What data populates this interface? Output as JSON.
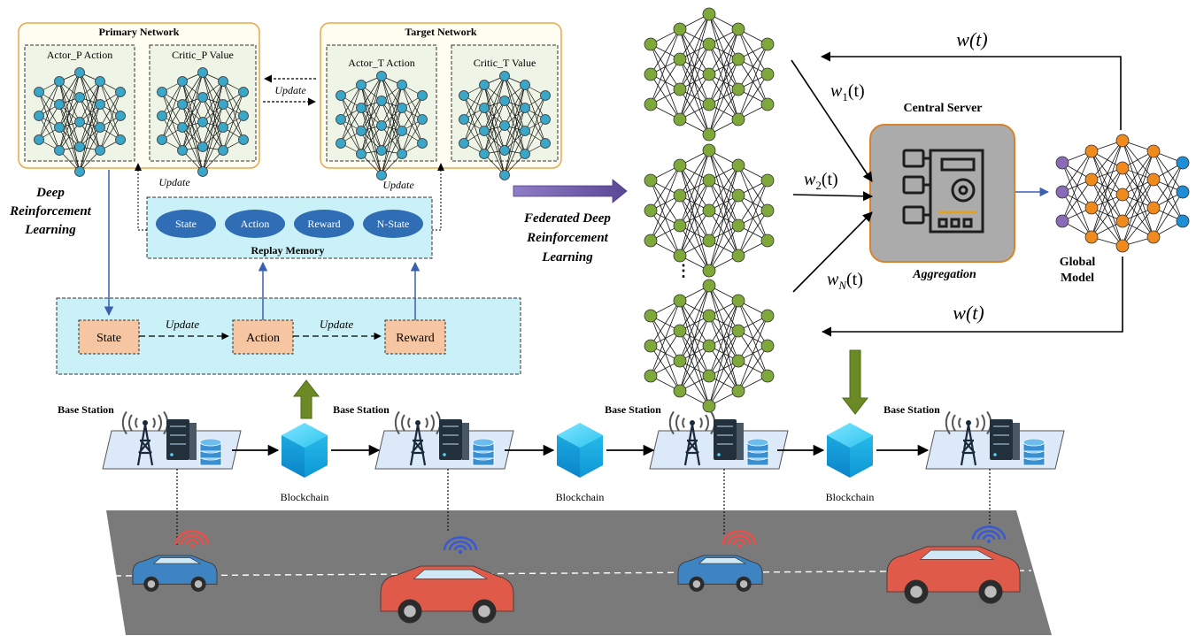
{
  "drl": {
    "primary_network": "Primary Network",
    "target_network": "Target Network",
    "actor_p": "Actor_P Action",
    "critic_p": "Critic_P Value",
    "actor_t": "Actor_T Action",
    "critic_t": "Critic_T Value",
    "update": "Update",
    "section_label_1": "Deep",
    "section_label_2": "Reinforcement",
    "section_label_3": "Learning",
    "replay_memory": "Replay Memory",
    "replay_items": [
      "State",
      "Action",
      "Reward",
      "N-State"
    ],
    "state": "State",
    "action": "Action",
    "reward": "Reward"
  },
  "fdrl": {
    "label_1": "Federated Deep",
    "label_2": "Reinforcement",
    "label_3": "Learning",
    "w_top": "w(t)",
    "w1": "w",
    "w1_sub": "1",
    "w2": "w",
    "w2_sub": "2",
    "wN": "w",
    "wN_sub": "N",
    "t_suffix": "(t)",
    "w_bottom": "w(t)",
    "central_server": "Central Server",
    "aggregation": "Aggregation",
    "global_1": "Global",
    "global_2": "Model"
  },
  "infrastructure": {
    "base_station": "Base Station",
    "blockchain": "Blockchain"
  },
  "colors": {
    "panel_border": "#e6a84a",
    "panel_fill": "#fffdf2",
    "sub_fill": "#eef5e6",
    "neuron_blue": "#3aa6c8",
    "neuron_green": "#7ea83a",
    "neuron_purple": "#8a6bb8",
    "neuron_orange": "#f08a1c",
    "neuron_cyan": "#1e8fd6",
    "cyan_fill": "#c9f1f7",
    "ellipse_blue": "#2f6db4",
    "salmon": "#f6c6a3",
    "road": "#7a7a7a",
    "arrow_green": "#6b8a26",
    "arrow_purple": "#6d5aa3",
    "blue_link": "#3a5fb0",
    "server_grey": "#ababab"
  },
  "icons": [
    "tower-icon",
    "server-icon",
    "database-icon",
    "blockchain-cube-icon",
    "car-icon",
    "wifi-icon",
    "circuit-board-icon"
  ]
}
